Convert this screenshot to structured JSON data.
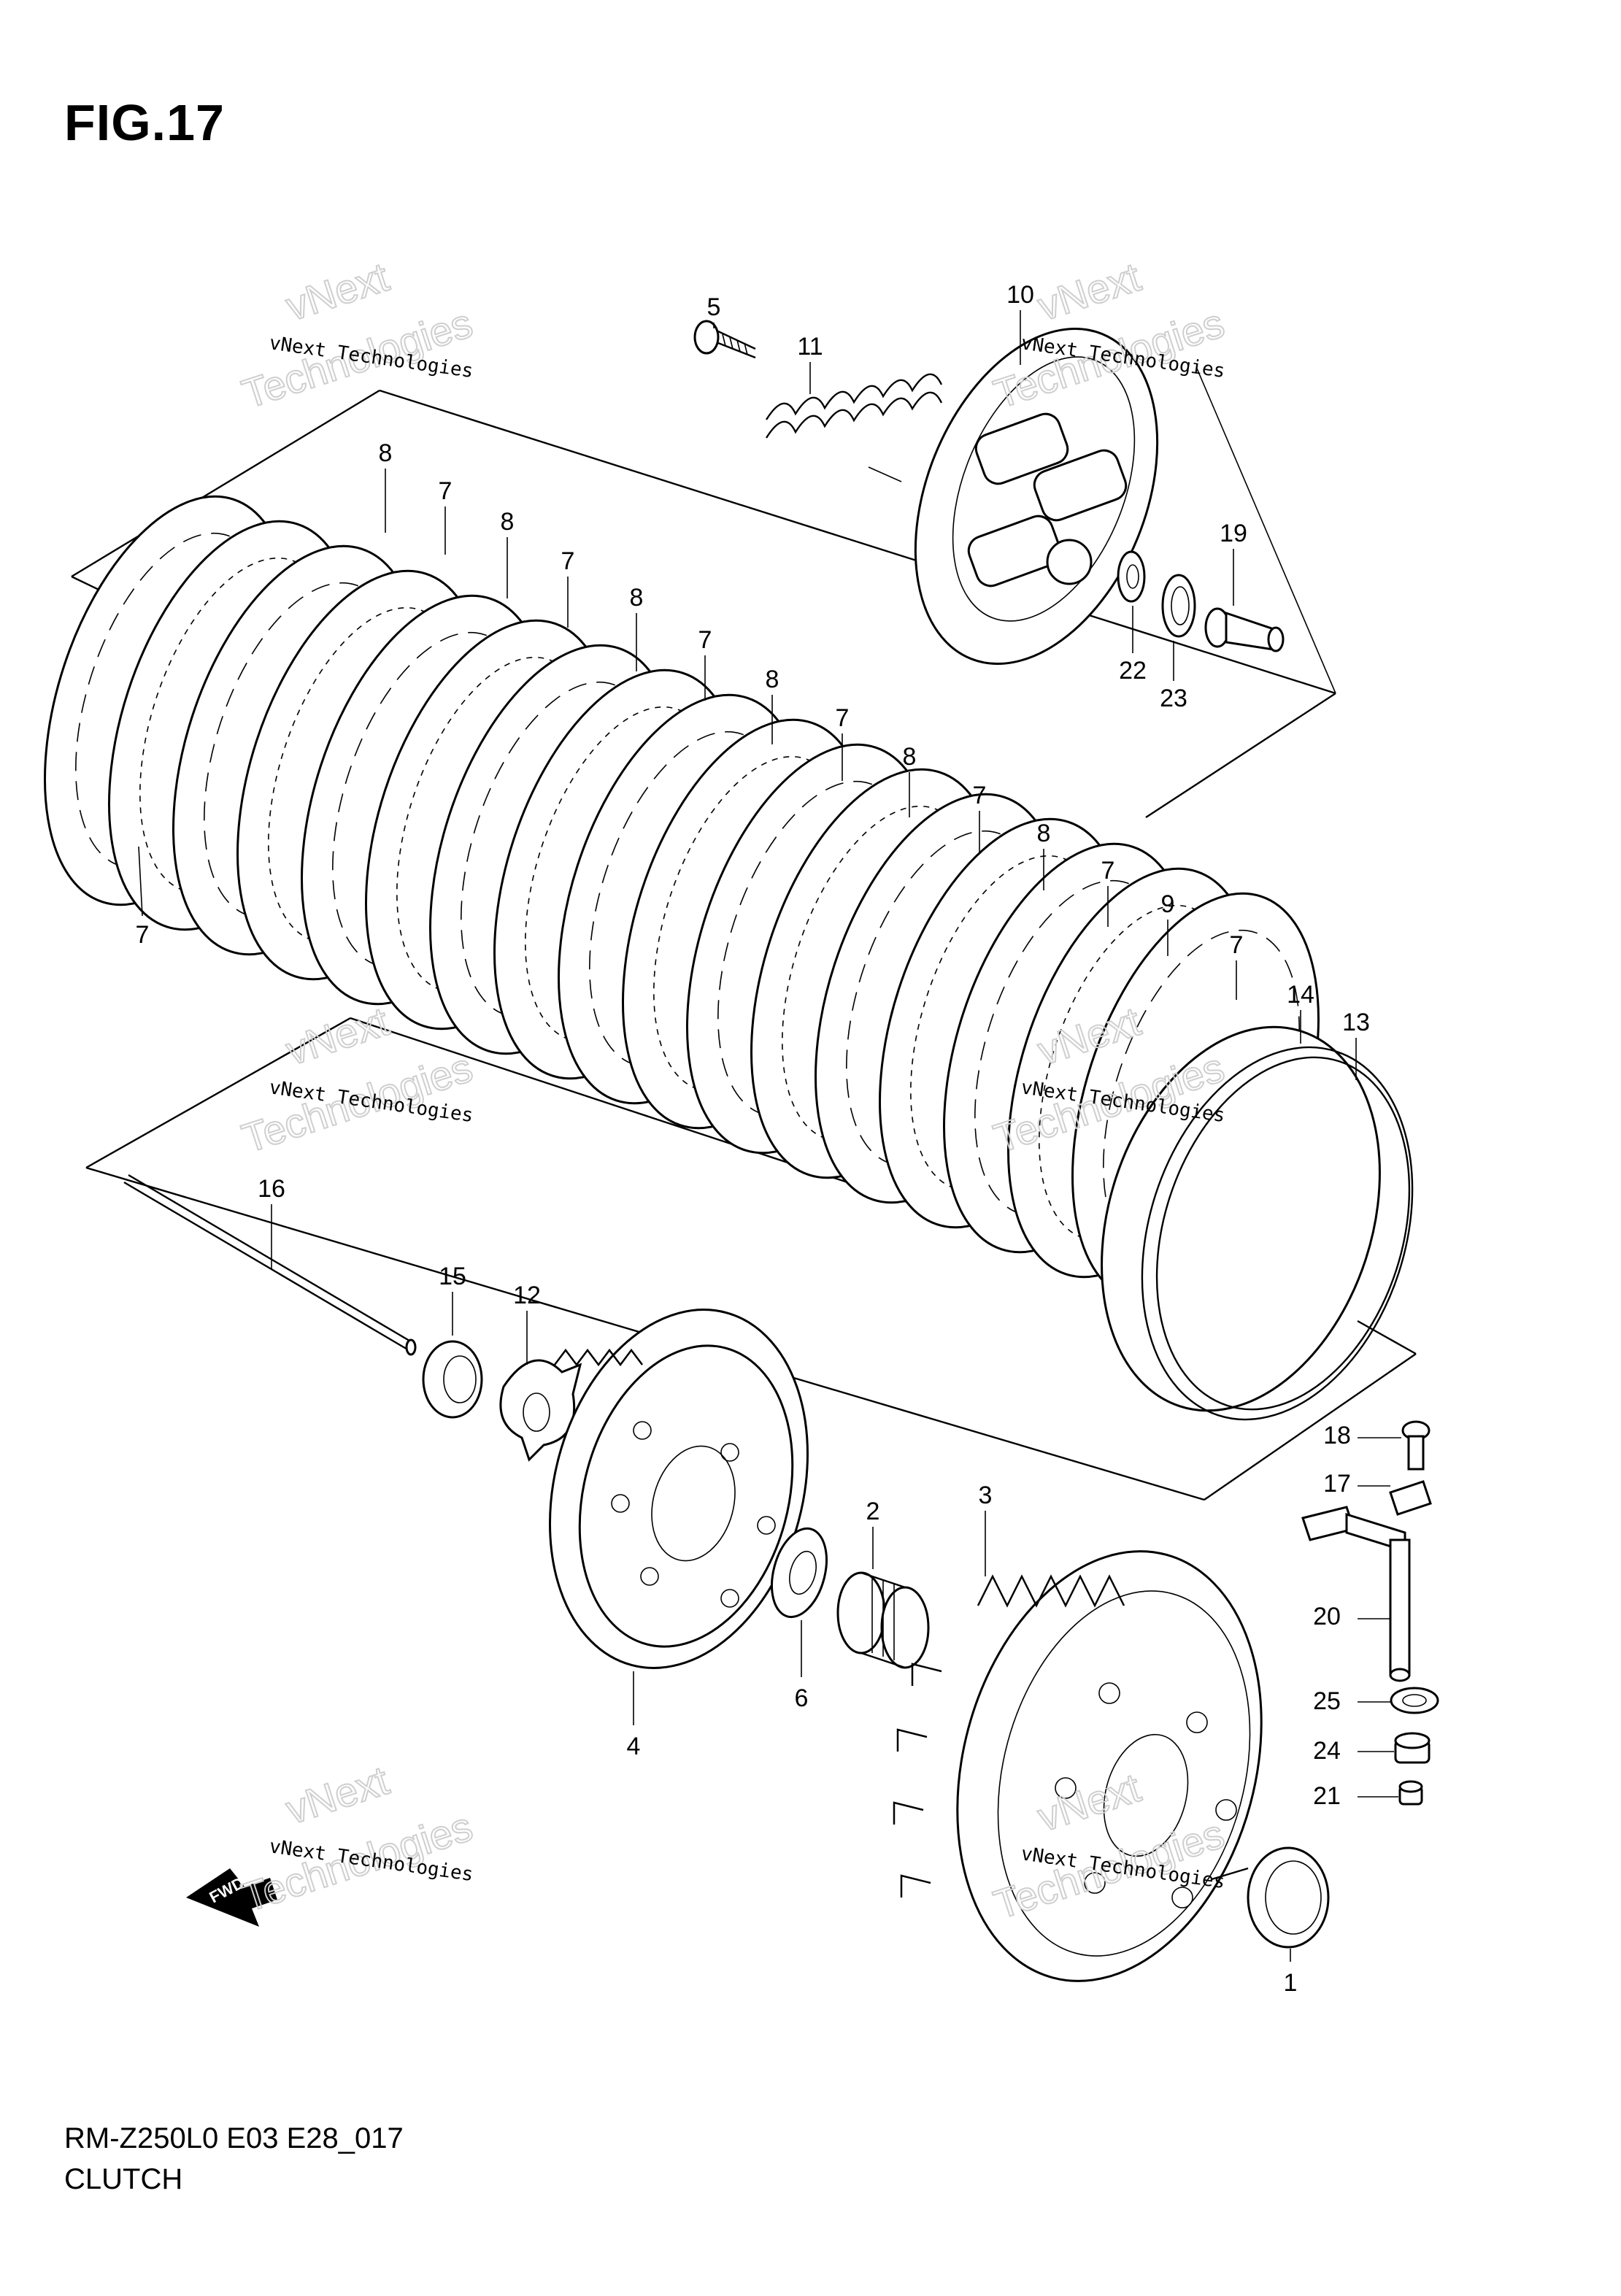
{
  "figure": {
    "title": "FIG.17",
    "model_code": "RM-Z250L0 E03 E28_017",
    "section_name": "CLUTCH"
  },
  "watermark": {
    "text": "vNext Technologies",
    "big_top": "vNext",
    "big_bottom": "Technologies"
  },
  "direction_marker": {
    "label": "FWD",
    "icon": "fwd-arrow-icon"
  },
  "callouts": [
    {
      "id": "c5",
      "label": "5"
    },
    {
      "id": "c11",
      "label": "11"
    },
    {
      "id": "c10",
      "label": "10"
    },
    {
      "id": "c19",
      "label": "19"
    },
    {
      "id": "c22",
      "label": "22"
    },
    {
      "id": "c23",
      "label": "23"
    },
    {
      "id": "c8a",
      "label": "8"
    },
    {
      "id": "c7a",
      "label": "7"
    },
    {
      "id": "c8b",
      "label": "8"
    },
    {
      "id": "c7b",
      "label": "7"
    },
    {
      "id": "c8c",
      "label": "8"
    },
    {
      "id": "c7c",
      "label": "7"
    },
    {
      "id": "c8d",
      "label": "8"
    },
    {
      "id": "c7d",
      "label": "7"
    },
    {
      "id": "c8e",
      "label": "8"
    },
    {
      "id": "c7e",
      "label": "7"
    },
    {
      "id": "c8f",
      "label": "8"
    },
    {
      "id": "c7f",
      "label": "7"
    },
    {
      "id": "c9",
      "label": "9"
    },
    {
      "id": "c7g",
      "label": "7"
    },
    {
      "id": "c14",
      "label": "14"
    },
    {
      "id": "c13",
      "label": "13"
    },
    {
      "id": "c7h",
      "label": "7"
    },
    {
      "id": "c16",
      "label": "16"
    },
    {
      "id": "c15",
      "label": "15"
    },
    {
      "id": "c12",
      "label": "12"
    },
    {
      "id": "c2",
      "label": "2"
    },
    {
      "id": "c3",
      "label": "3"
    },
    {
      "id": "c6",
      "label": "6"
    },
    {
      "id": "c4",
      "label": "4"
    },
    {
      "id": "c18",
      "label": "18"
    },
    {
      "id": "c17",
      "label": "17"
    },
    {
      "id": "c20",
      "label": "20"
    },
    {
      "id": "c25",
      "label": "25"
    },
    {
      "id": "c24",
      "label": "24"
    },
    {
      "id": "c21",
      "label": "21"
    },
    {
      "id": "c1",
      "label": "1"
    }
  ]
}
